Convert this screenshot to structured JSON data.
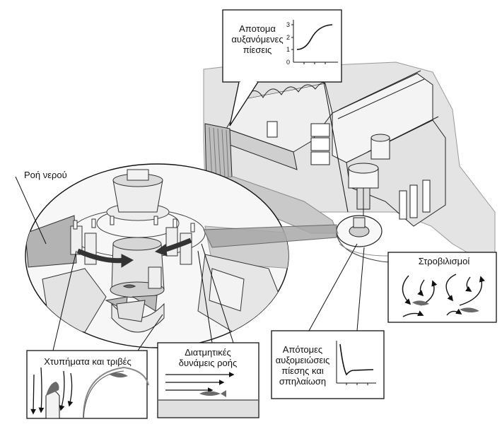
{
  "labels": {
    "water_flow": "Ροή νερού",
    "sudden_pressure_increase": [
      "Αποτομα",
      "αυξανόμενες",
      "πίεσεις"
    ],
    "vortices": "Στροβιλισμοί",
    "strikes_friction": "Χτυπήματα και τριβές",
    "shear_forces": [
      "Διατμητικές",
      "δυνάμεις ροής"
    ],
    "sudden_pressure_drop": [
      "Απότομες",
      "αυξομειώσεις",
      "πίεσης και",
      "σπηλαίωση"
    ]
  },
  "graph_top": {
    "y_ticks": [
      "0",
      "1",
      "2",
      "3"
    ]
  },
  "colors": {
    "line": "#1a1a1a",
    "fish": "#6a6a6a",
    "light_fill": "#f2f2f2",
    "mid_fill": "#d8d8d8",
    "dark_fill": "#a8a8a8"
  }
}
